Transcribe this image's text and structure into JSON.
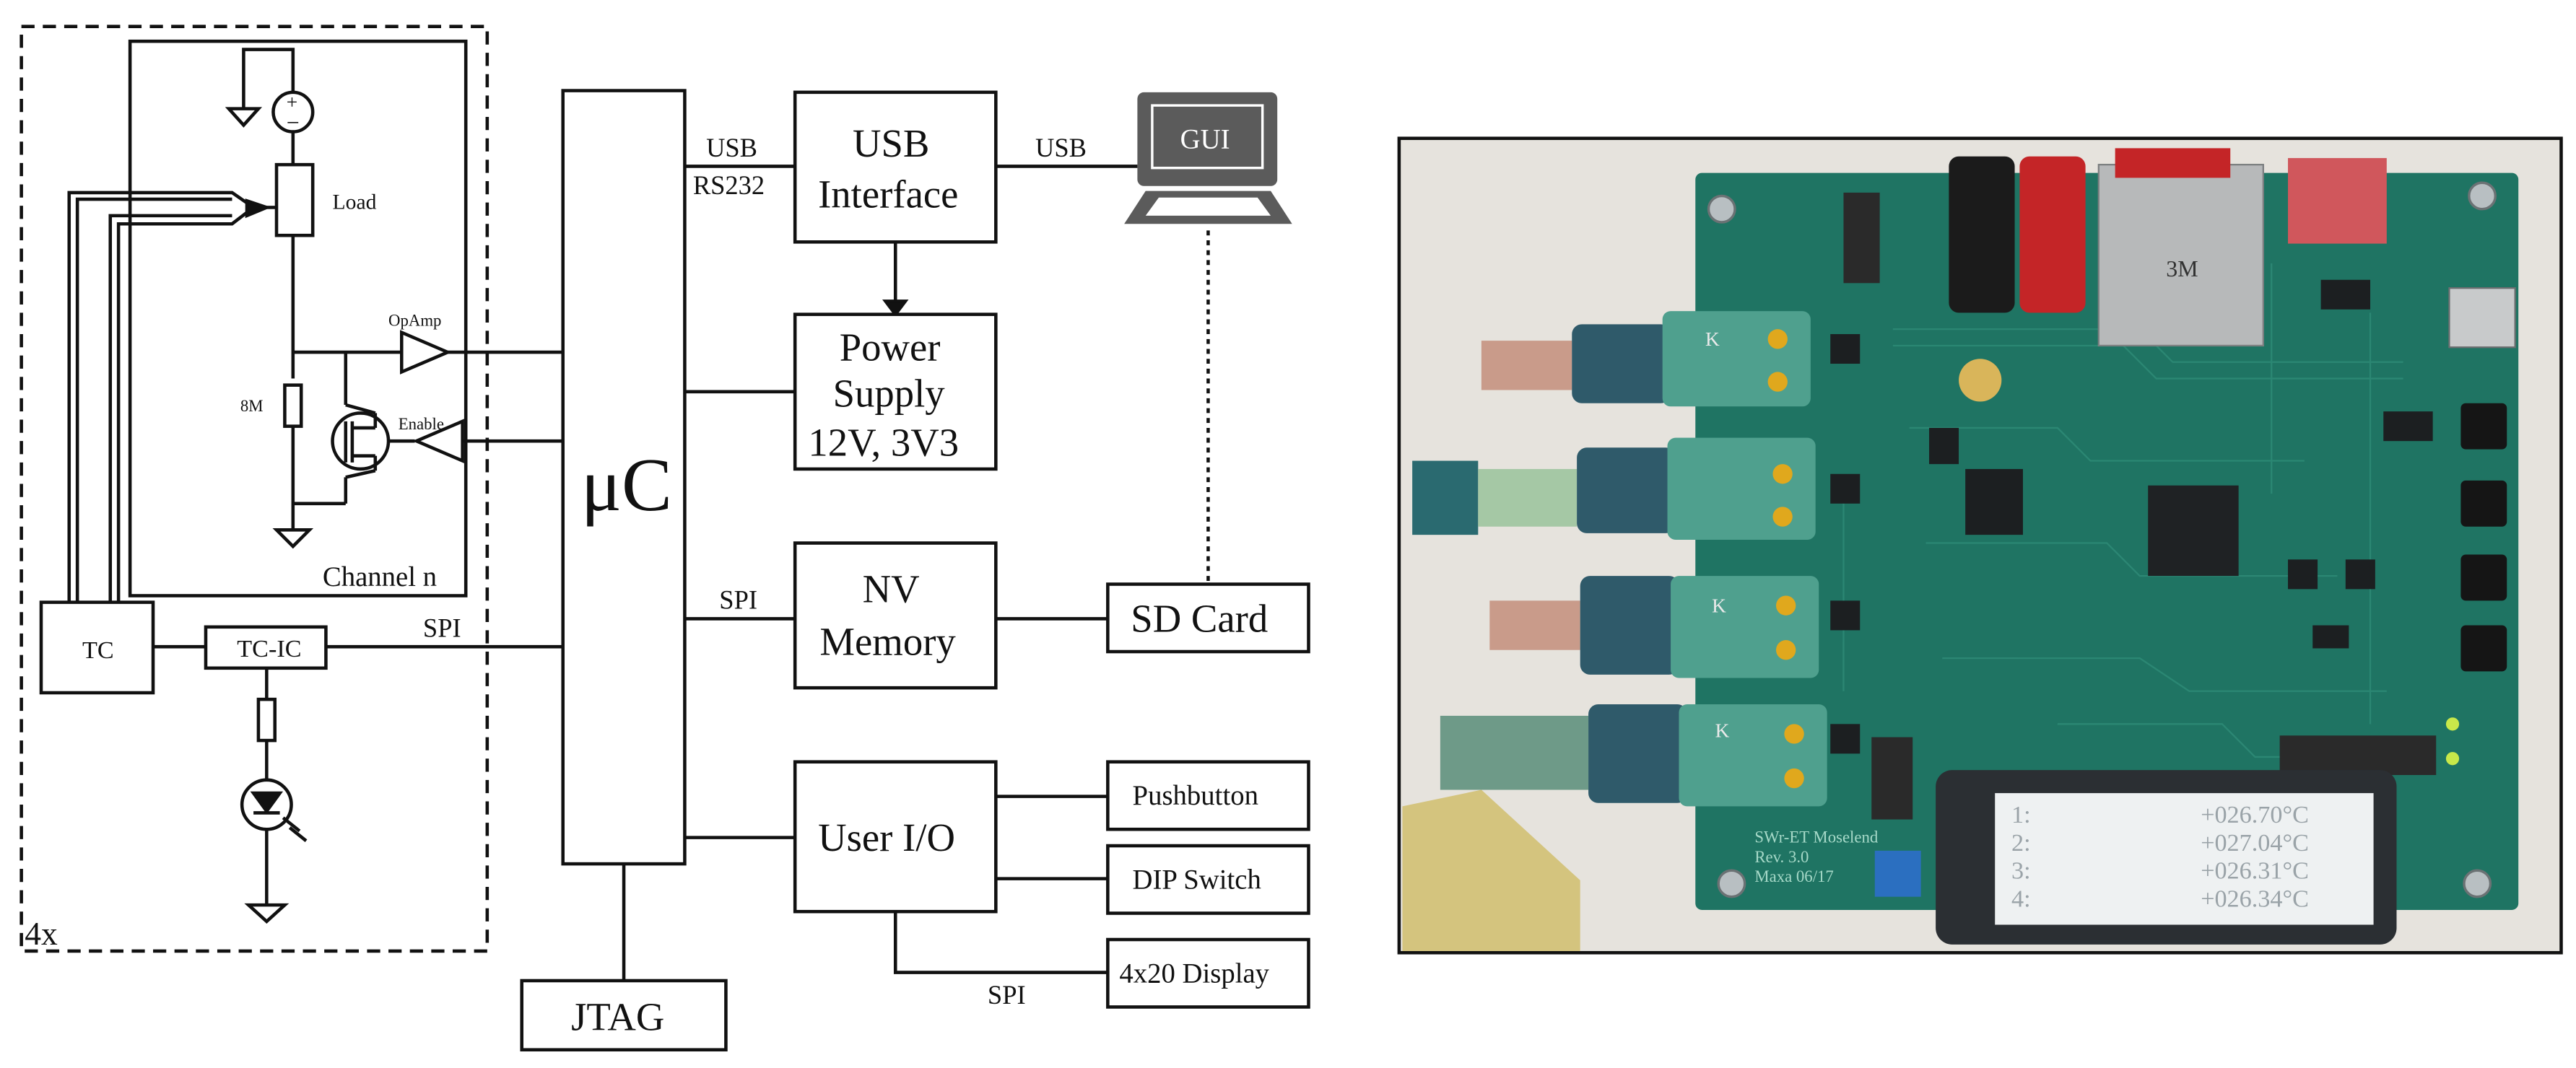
{
  "block_diagram": {
    "channel_label": "Channel n",
    "multiplier_label": "4x",
    "load_label": "Load",
    "opamp_label": "OpAmp",
    "enable_label": "Enable",
    "resistor_label": "8M",
    "tc_label": "TC",
    "tc_ic_label": "TC-IC",
    "mcu_label": "μC",
    "jtag_label": "JTAG",
    "usb_interface_label": [
      "USB",
      "Interface"
    ],
    "power_supply_label": [
      "Power",
      "Supply",
      "12V, 3V3"
    ],
    "nv_memory_label": [
      "NV",
      "Memory"
    ],
    "user_io_label": "User I/O",
    "gui_label": "GUI",
    "sd_card_label": "SD Card",
    "pushbutton_label": "Pushbutton",
    "dip_switch_label": "DIP Switch",
    "display_label": "4x20 Display",
    "bus_labels": {
      "mcu_usb_top": "USB",
      "mcu_usb_bottom": "RS232",
      "usb_gui": "USB",
      "tc_spi": "SPI",
      "nv_spi": "SPI",
      "display_spi": "SPI"
    }
  },
  "photo": {
    "lcd_lines": [
      {
        "index": "1:",
        "value": "+026.70°C"
      },
      {
        "index": "2:",
        "value": "+027.04°C"
      },
      {
        "index": "3:",
        "value": "+026.31°C"
      },
      {
        "index": "4:",
        "value": "+026.34°C"
      }
    ],
    "connector_label": "K",
    "sd_card_brand": "3M",
    "board_text": [
      "SWr-ET Moselend",
      "Rev. 3.0",
      "Maxa 06/17"
    ],
    "colors": {
      "pcb": "#1f7463",
      "connector": "#4fa08e",
      "lcd_bg": "#eef1f2",
      "lcd_text": "#9aa3a8",
      "red_jack": "#c42527",
      "led_green": "#c8e84a"
    }
  }
}
